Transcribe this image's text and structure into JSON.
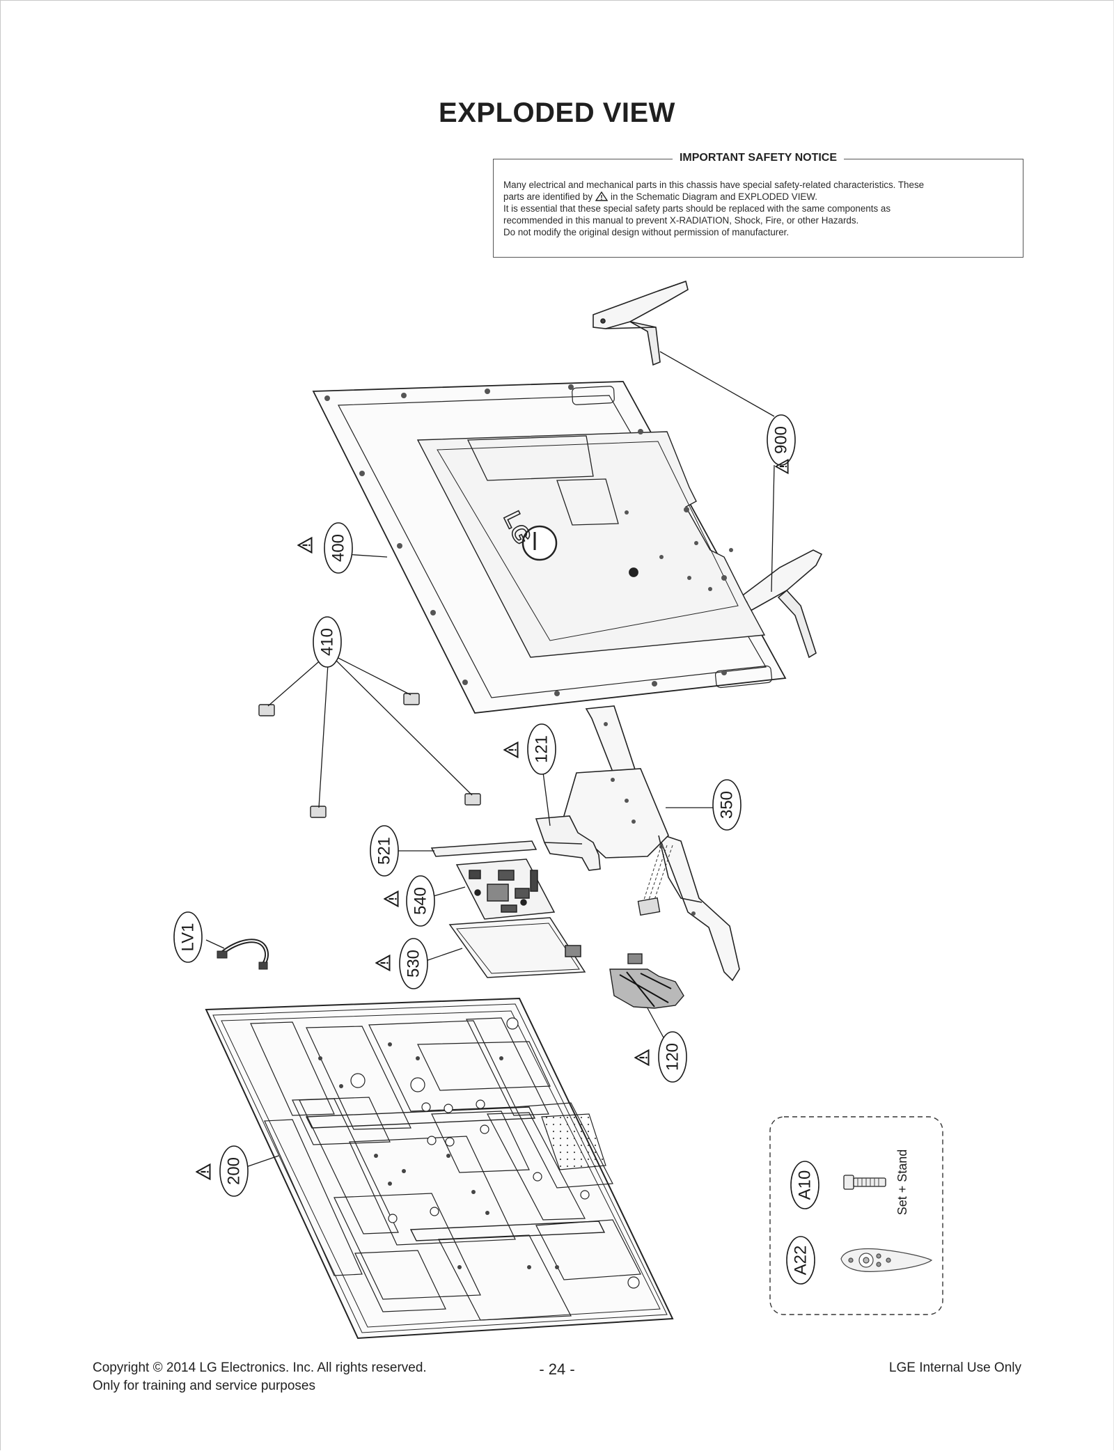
{
  "page": {
    "title": "EXPLODED VIEW",
    "page_number": "- 24 -"
  },
  "notice": {
    "heading": "IMPORTANT SAFETY NOTICE",
    "line1": "Many electrical and mechanical parts in this chassis have special safety-related characteristics. These",
    "line2_pre": "parts are identified by",
    "line2_post": "in the Schematic Diagram and EXPLODED VIEW.",
    "line3": "It is essential that these special safety parts should be replaced with the same components as",
    "line4": "recommended in this manual to prevent X-RADIATION, Shock, Fire, or other Hazards.",
    "line5": "Do not modify the original design without permission of manufacturer."
  },
  "parts": {
    "p900": "900",
    "p400": "400",
    "p410": "410",
    "p121": "121",
    "p350": "350",
    "p521": "521",
    "p540": "540",
    "plv1": "LV1",
    "p530": "530",
    "p120": "120",
    "p200": "200",
    "pa10": "A10",
    "pa22": "A22"
  },
  "accessory_box": {
    "label": "Set + Stand"
  },
  "logo": {
    "text": "LG"
  },
  "footer": {
    "copyright": "Copyright  © 2014 LG Electronics. Inc. All rights reserved.",
    "training": "Only for training and service purposes",
    "internal": "LGE Internal Use Only"
  },
  "icons": {
    "warning": "warning-triangle-icon"
  },
  "colors": {
    "line": "#2a2a2a",
    "text": "#1a1a1a"
  }
}
